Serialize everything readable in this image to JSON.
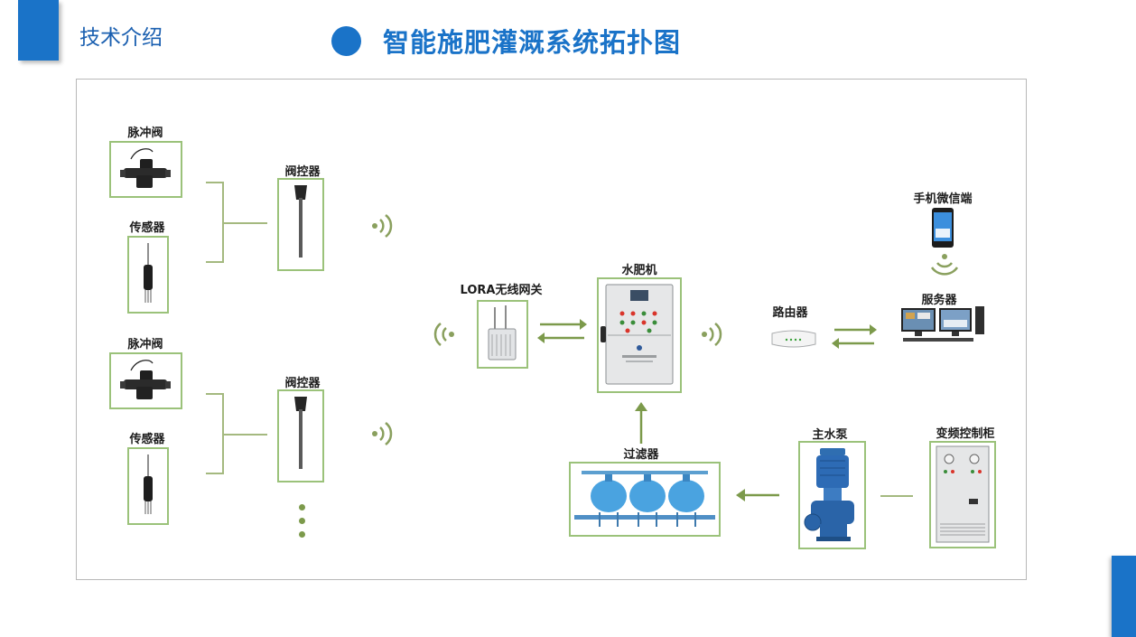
{
  "header": {
    "section_label": "技术介绍",
    "title": "智能施肥灌溉系统拓扑图"
  },
  "diagram": {
    "labels": {
      "pulse_valve_1": "脉冲阀",
      "sensor_1": "传感器",
      "pulse_valve_2": "脉冲阀",
      "sensor_2": "传感器",
      "valve_controller_1": "阀控器",
      "valve_controller_2": "阀控器",
      "lora_gateway": "LORA无线网关",
      "fertilizer_machine": "水肥机",
      "router": "路由器",
      "mobile_wechat": "手机微信端",
      "server": "服务器",
      "filter": "过滤器",
      "main_pump": "主水泵",
      "vfd_cabinet": "变频控制柜"
    }
  },
  "colors": {
    "accent_blue": "#1a73c8",
    "box_green": "#9bc27a",
    "line_green": "#a4b97f",
    "arrow_green": "#7c9a4b"
  }
}
